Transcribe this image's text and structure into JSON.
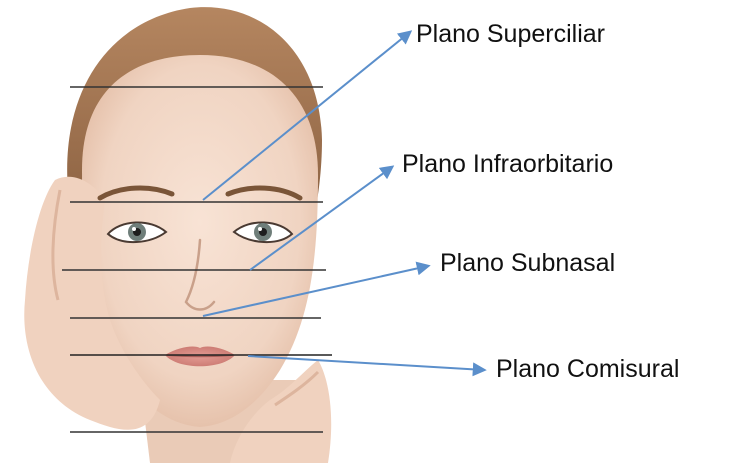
{
  "labels": {
    "superciliar": "Plano Superciliar",
    "infraorbitario": "Plano Infraorbitario",
    "subnasal": "Plano Subnasal",
    "comisural": "Plano Comisural"
  },
  "colors": {
    "arrow": "#5B8FCB",
    "plane_line": "#333333",
    "skin": "#F1D7C6",
    "hair": "#A77A52",
    "lips": "#D98C86",
    "iris": "#6F7E7A"
  }
}
